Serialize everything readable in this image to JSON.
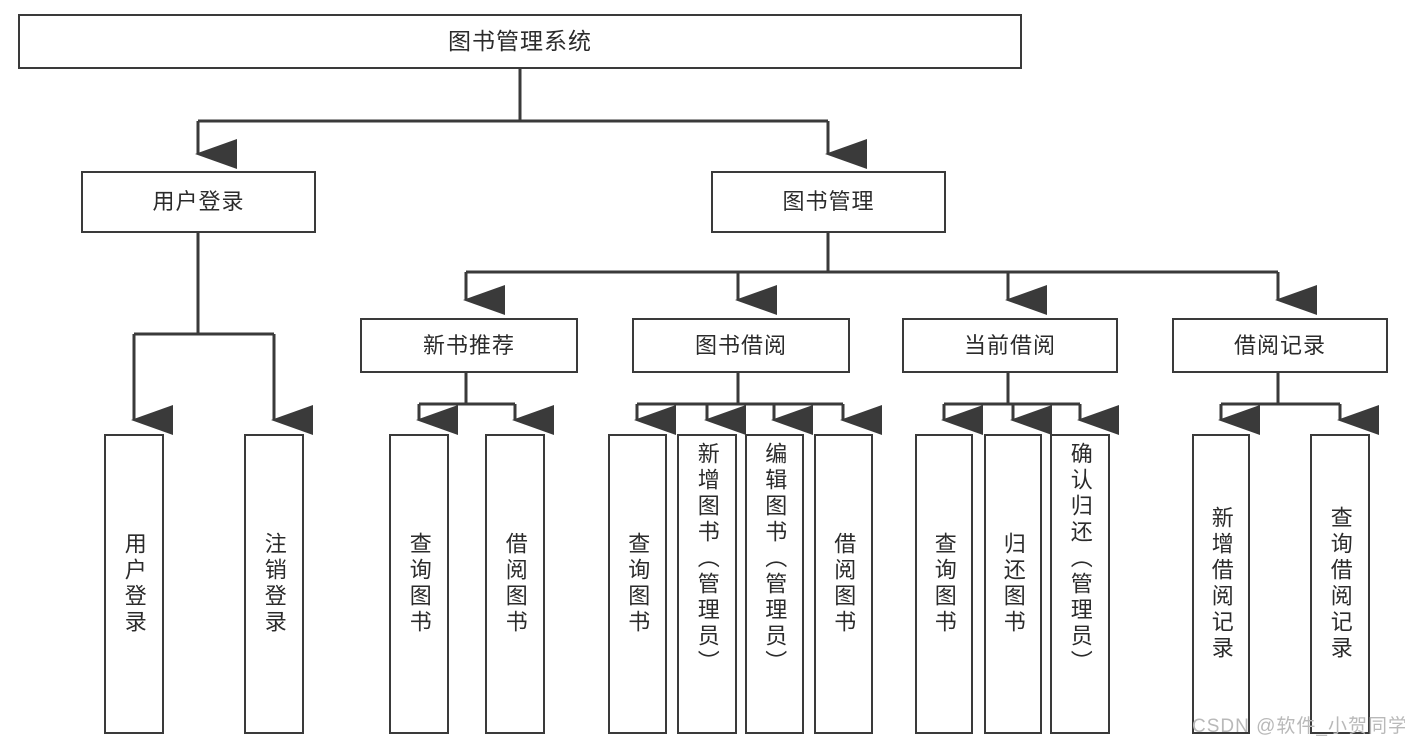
{
  "diagram": {
    "type": "tree-hierarchy",
    "title": "图书管理系统",
    "root": {
      "label": "图书管理系统"
    },
    "level2": [
      {
        "id": "user-login",
        "label": "用户登录"
      },
      {
        "id": "book-management",
        "label": "图书管理"
      }
    ],
    "level3": [
      {
        "id": "new-book-recommend",
        "label": "新书推荐",
        "parent": "book-management"
      },
      {
        "id": "book-borrow",
        "label": "图书借阅",
        "parent": "book-management"
      },
      {
        "id": "current-borrow",
        "label": "当前借阅",
        "parent": "book-management"
      },
      {
        "id": "borrow-record",
        "label": "借阅记录",
        "parent": "book-management"
      }
    ],
    "leaves": [
      {
        "id": "leaf-user-login",
        "label": "用户登录",
        "parent": "user-login"
      },
      {
        "id": "leaf-logout",
        "label": "注销登录",
        "parent": "user-login"
      },
      {
        "id": "leaf-query-book-1",
        "label": "查询图书",
        "parent": "new-book-recommend"
      },
      {
        "id": "leaf-borrow-book-1",
        "label": "借阅图书",
        "parent": "new-book-recommend"
      },
      {
        "id": "leaf-query-book-2",
        "label": "查询图书",
        "parent": "book-borrow"
      },
      {
        "id": "leaf-add-book",
        "label": "新增图书（管理员）",
        "parent": "book-borrow"
      },
      {
        "id": "leaf-edit-book",
        "label": "编辑图书（管理员）",
        "parent": "book-borrow"
      },
      {
        "id": "leaf-borrow-book-2",
        "label": "借阅图书",
        "parent": "book-borrow"
      },
      {
        "id": "leaf-query-book-3",
        "label": "查询图书",
        "parent": "current-borrow"
      },
      {
        "id": "leaf-return-book",
        "label": "归还图书",
        "parent": "current-borrow"
      },
      {
        "id": "leaf-confirm-return",
        "label": "确认归还（管理员）",
        "parent": "current-borrow"
      },
      {
        "id": "leaf-add-record",
        "label": "新增借阅记录",
        "parent": "borrow-record"
      },
      {
        "id": "leaf-query-record",
        "label": "查询借阅记录",
        "parent": "borrow-record"
      }
    ],
    "watermark": "CSDN @软件_小贺同学",
    "colors": {
      "border": "#3a3a3a",
      "text": "#2b2b2b",
      "background": "#ffffff",
      "watermark": "#b9b9b9"
    }
  }
}
